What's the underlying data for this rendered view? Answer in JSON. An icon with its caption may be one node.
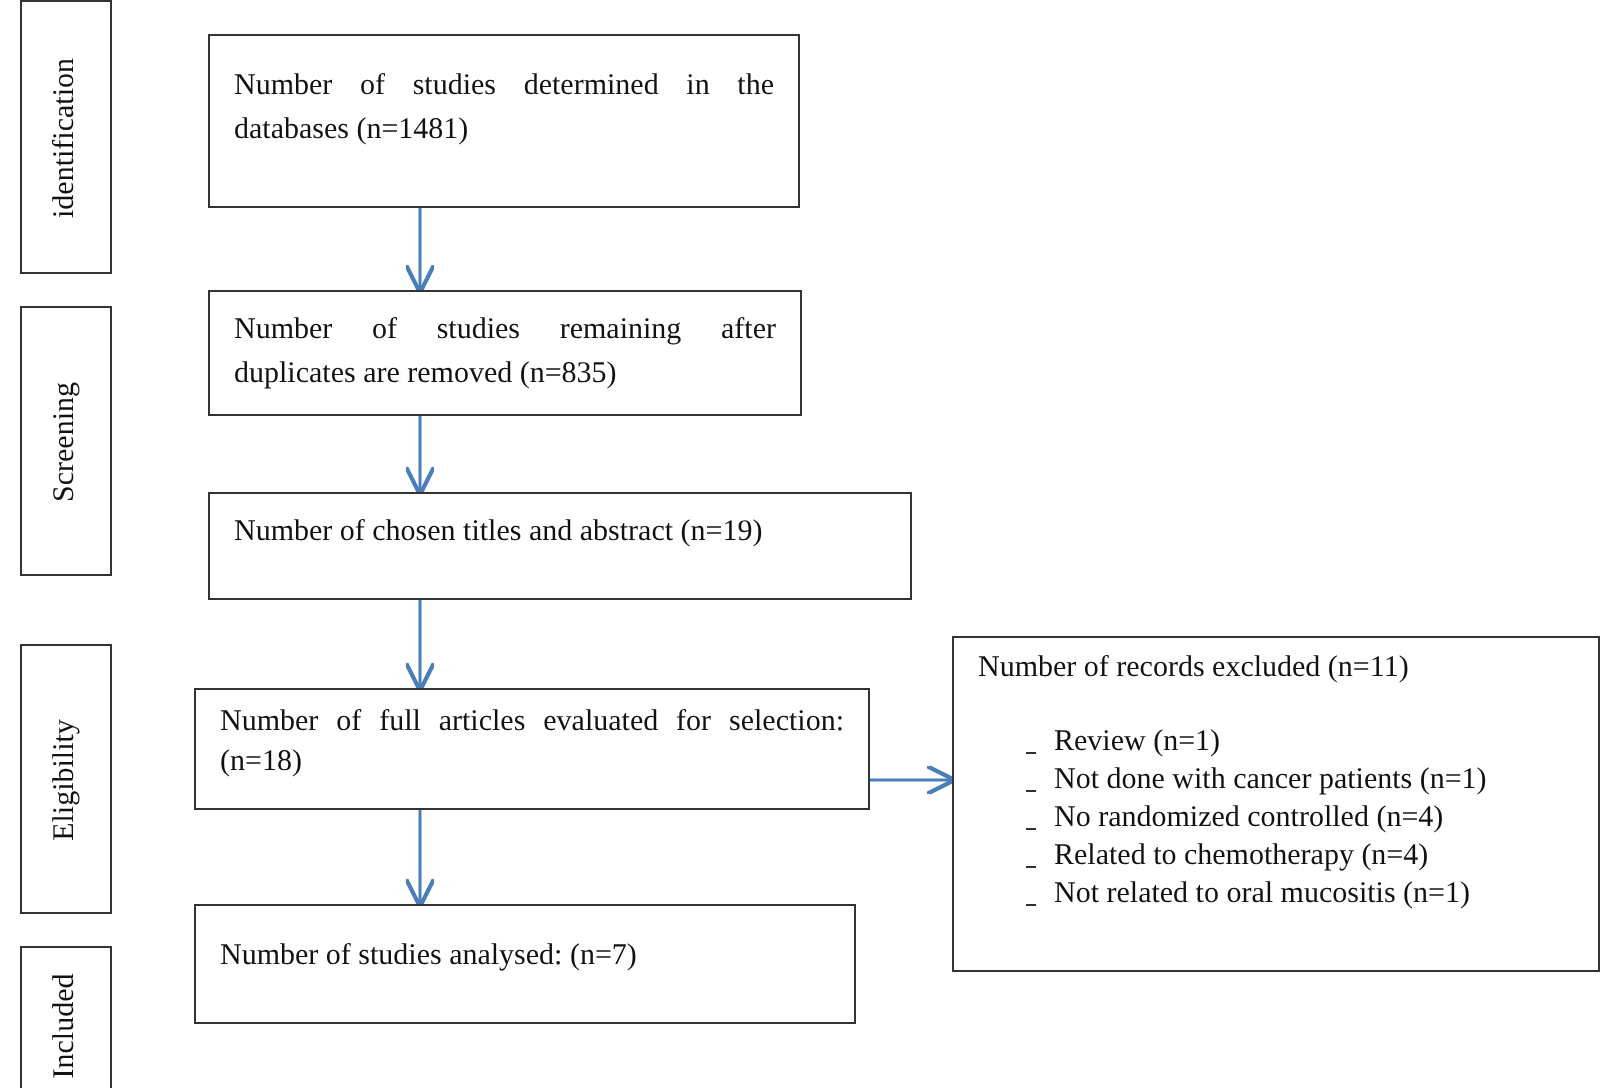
{
  "diagram": {
    "nodes": [
      {
        "text": [
          "identification"
        ]
      },
      {
        "text": [
          "Screening"
        ]
      },
      {
        "text": [
          "Eligibility"
        ]
      },
      {
        "text": [
          "Included"
        ]
      },
      {
        "text": [
          "Number of studies determined in the databases (n=1481)"
        ]
      },
      {
        "text": [
          "Number of studies remaining after duplicates are removed (n=835)"
        ]
      },
      {
        "text": [
          "Number of chosen titles and abstract (n=19)"
        ]
      },
      {
        "text": [
          "Number of full articles evaluated for selection: (n=18)"
        ]
      },
      {
        "text": [
          "Number of studies analysed: (n=7)"
        ]
      },
      {
        "text": [
          "Number of records excluded (n=11)",
          "Review (n=1)",
          "Not done with cancer patients (n=1)",
          "No randomized controlled (n=4)",
          "Related to chemotherapy (n=4)",
          "Not related to oral mucositis (n=1)"
        ]
      }
    ],
    "edges": [
      {
        "from": 4,
        "to": 5,
        "arrow": "to"
      },
      {
        "from": 5,
        "to": 6,
        "arrow": "to"
      },
      {
        "from": 6,
        "to": 7,
        "arrow": "to"
      },
      {
        "from": 7,
        "to": 8,
        "arrow": "to"
      },
      {
        "from": 7,
        "to": 9,
        "arrow": "to"
      }
    ]
  }
}
